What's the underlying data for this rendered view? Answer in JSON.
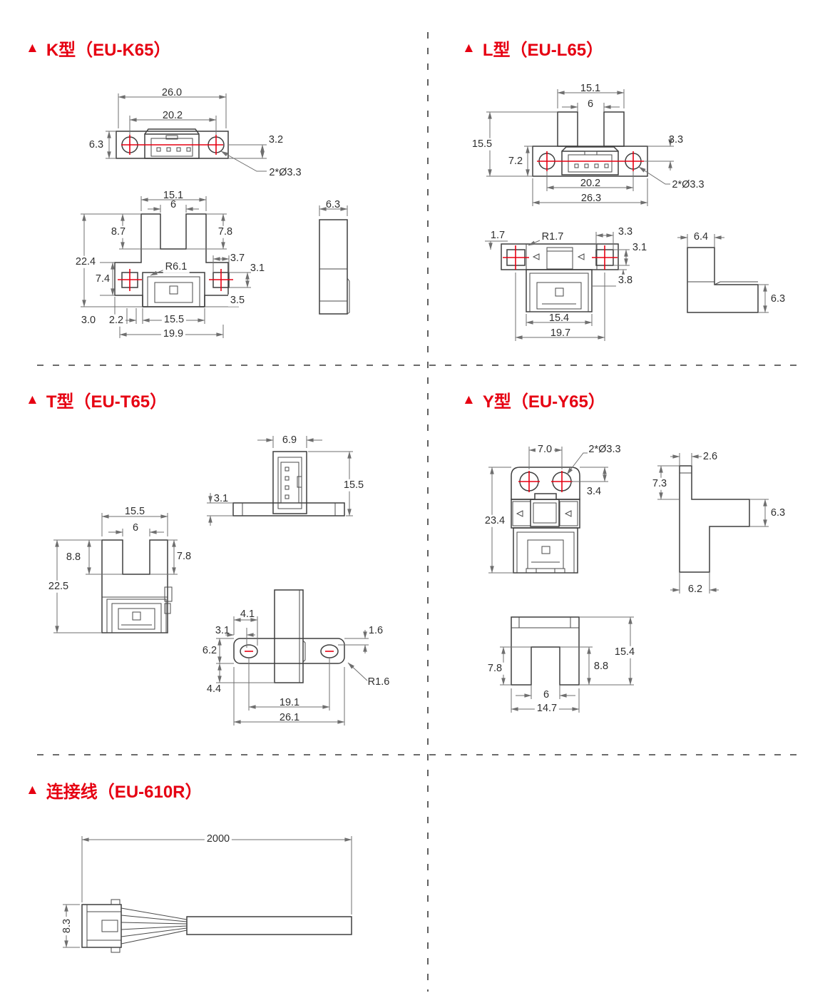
{
  "colors": {
    "accent": "#e60012",
    "line": "#3f3f3f",
    "dim_text": "#2f2f2f"
  },
  "titles": {
    "marker": "▲",
    "k": "K型（EU-K65）",
    "l": "L型（EU-L65）",
    "t": "T型（EU-T65）",
    "y": "Y型（EU-Y65）",
    "cable": "连接线（EU-610R）"
  },
  "dims": {
    "k": [
      "26.0",
      "20.2",
      "6.3",
      "3.2",
      "2*Ø3.3",
      "15.1",
      "6",
      "8.7",
      "7.8",
      "22.4",
      "R6.1",
      "3.7",
      "3.1",
      "7.4",
      "3.5",
      "3.0",
      "2.2",
      "15.5",
      "19.9",
      "6.3"
    ],
    "l": [
      "15.1",
      "6",
      "15.5",
      "7.2",
      "3.3",
      "20.2",
      "26.3",
      "2*Ø3.3",
      "1.7",
      "R1.7",
      "3.3",
      "3.1",
      "3.8",
      "15.4",
      "19.7",
      "6.4",
      "6.3"
    ],
    "t": [
      "6.9",
      "15.5",
      "3.1",
      "15.5",
      "6",
      "8.8",
      "7.8",
      "22.5",
      "4.1",
      "3.1",
      "6.2",
      "4.4",
      "1.6",
      "R1.6",
      "19.1",
      "26.1"
    ],
    "y": [
      "7.0",
      "2*Ø3.3",
      "3.4",
      "23.4",
      "2.6",
      "7.3",
      "6.3",
      "6.2",
      "7.8",
      "8.8",
      "15.4",
      "6",
      "14.7"
    ],
    "cable": [
      "2000",
      "8.3"
    ]
  }
}
